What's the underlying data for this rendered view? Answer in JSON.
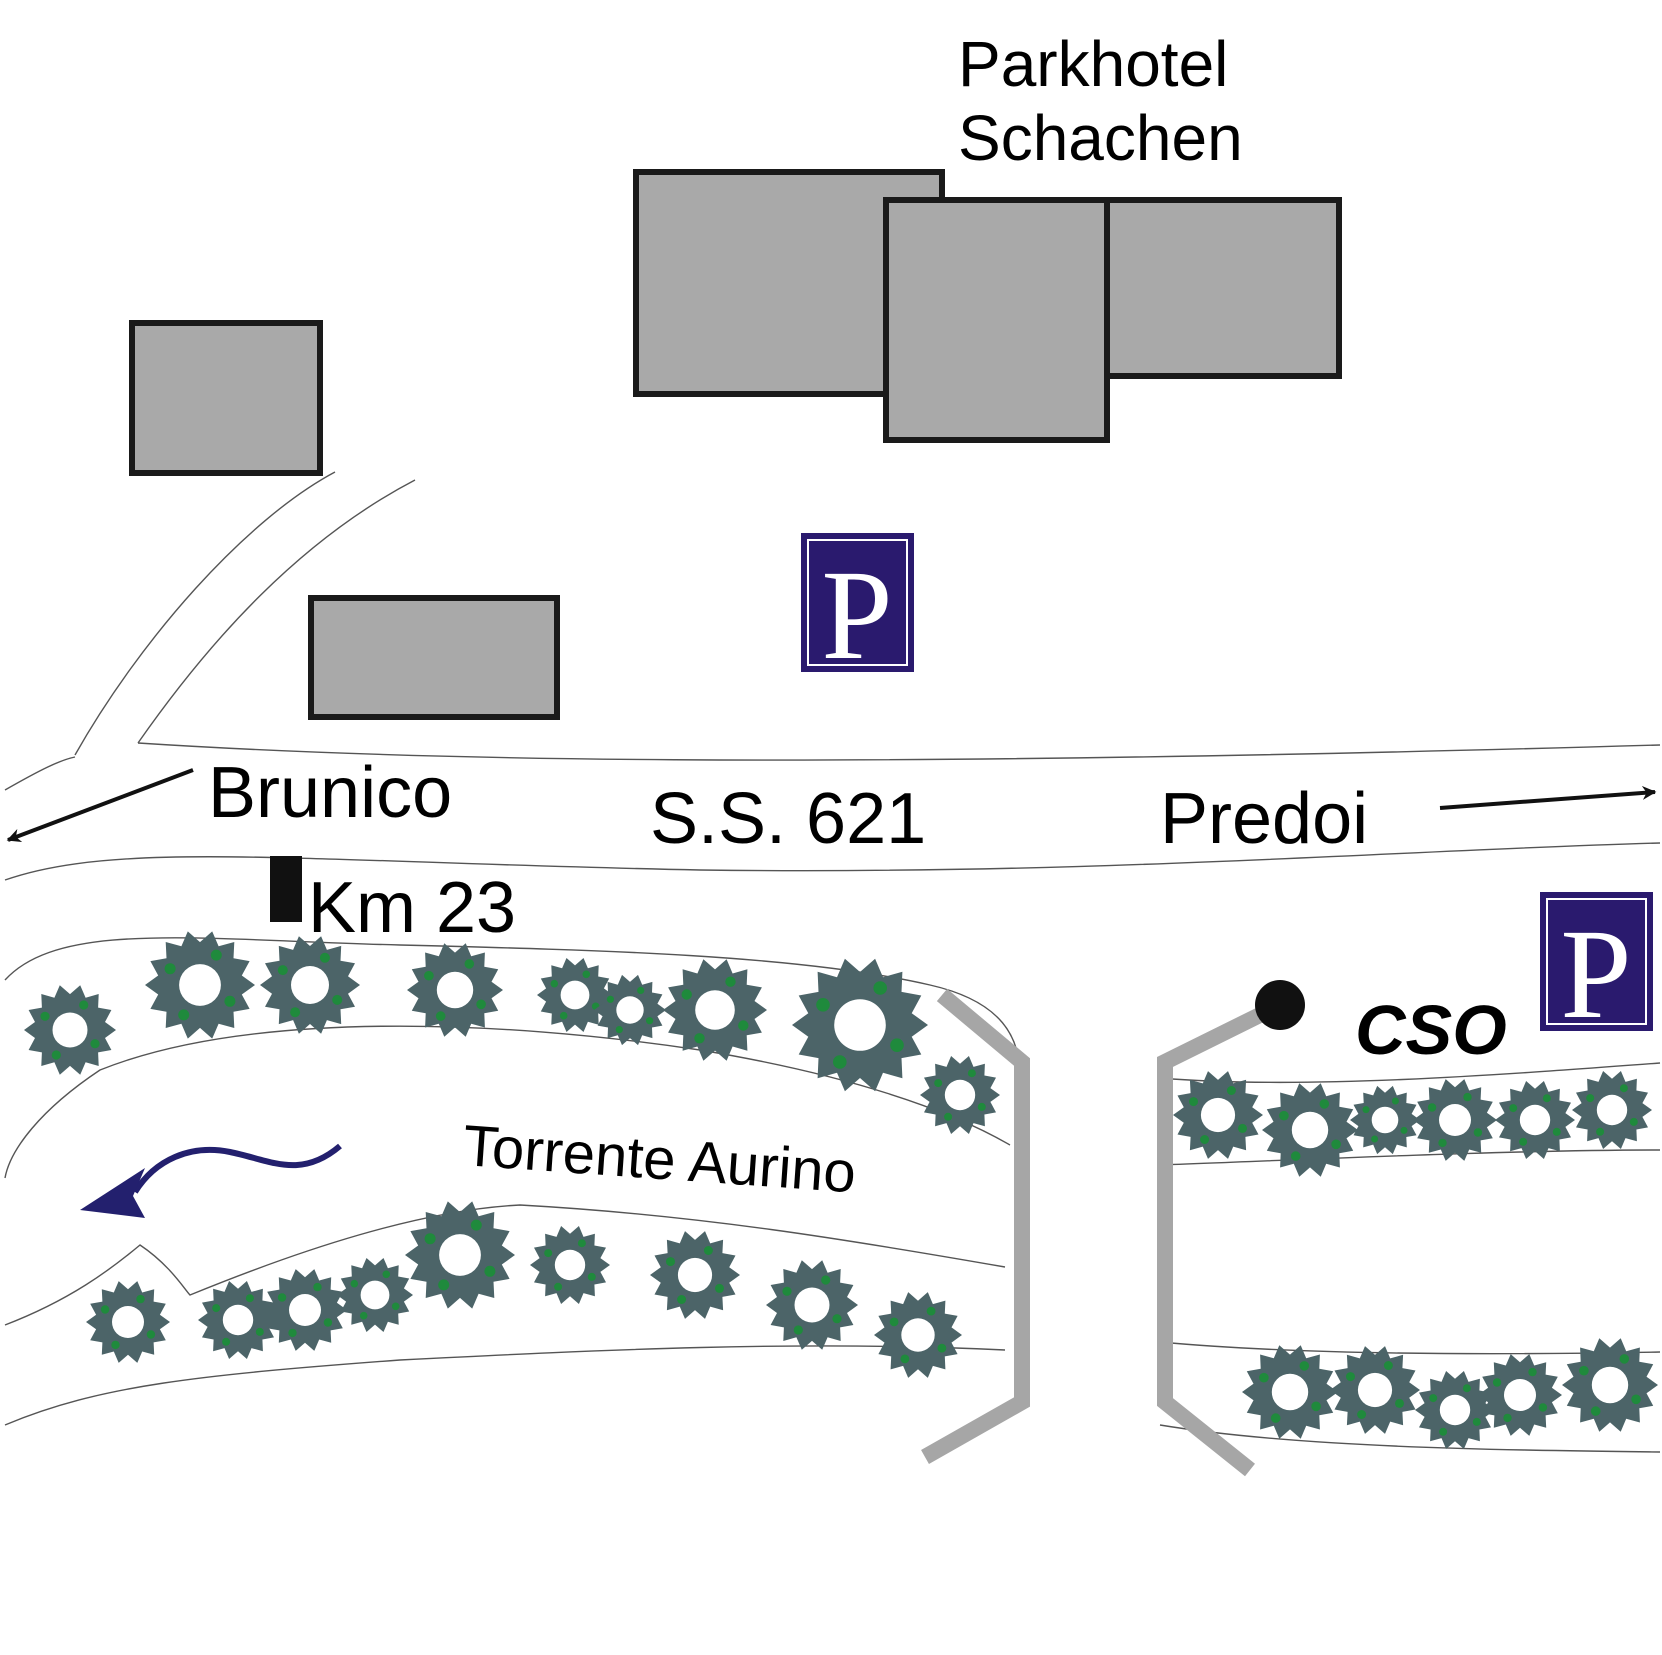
{
  "map": {
    "title_line1": "Parkhotel",
    "title_line2": "Schachen",
    "road_label": "S.S. 621",
    "west_label": "Brunico",
    "east_label": "Predoi",
    "km_marker_label": "Km 23",
    "river_label": "Torrente Aurino",
    "poi_label": "CSO",
    "parking_label_1": "P",
    "parking_label_2": "P"
  },
  "colors": {
    "parking_fill": "#2a1a6e",
    "building_fill": "#a9a9a9",
    "tree_fill": "#4c6468",
    "tree_accent": "#1f8a3c",
    "bridge_color": "#a6a6a6",
    "river_arrow": "#23206e"
  },
  "icons": {
    "parking": "parking-icon",
    "tree": "tree-icon",
    "km_marker": "km-marker-icon",
    "poi": "location-dot-icon"
  }
}
